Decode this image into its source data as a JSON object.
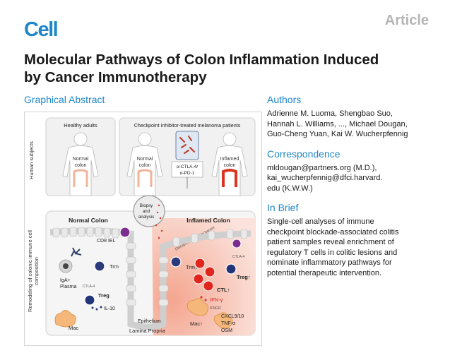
{
  "header": {
    "logo": "Cell",
    "article_label": "Article"
  },
  "title": {
    "line1": "Molecular Pathways of Colon Inflammation Induced",
    "line2": "by Cancer Immunotherapy"
  },
  "graphical_abstract": {
    "heading": "Graphical Abstract",
    "side_label_top": "Human subjects",
    "side_label_bottom_1": "Remodeling of colonic immune cell",
    "side_label_bottom_2": "composition",
    "healthy_adults": "Healthy adults",
    "checkpoint_patients": "Checkpoint inhibitor-treated melanoma patients",
    "normal_colon_1": "Normal",
    "normal_colon_2": "colon",
    "inflamed_colon_1": "Inflamed",
    "inflamed_colon_2": "colon",
    "drug_1": "α-CTLA-4/",
    "drug_2": "α-PD-1",
    "biopsy_1": "Biopsy",
    "biopsy_2": "and",
    "biopsy_3": "analysis",
    "normal_colon_title": "Normal Colon",
    "inflamed_colon_title": "Inflamed Colon",
    "disrupted_barrier": "Disrupted epithelial barrier",
    "cd8_iel": "CD8 IEL",
    "iga_plasma_1": "IgA+",
    "iga_plasma_2": "Plasma",
    "trm": "Trm",
    "treg": "Treg",
    "ctla4": "CTLA-4",
    "il10": "IL-10",
    "mac": "Mac",
    "epithelium": "Epithelium",
    "lamina_propria": "Lamina Propria",
    "trm_down": "Trm↓",
    "ctl_up": "CTL↑",
    "treg_up": "Treg↑",
    "ctla4_right": "CTLA-4",
    "ifn": "IFN-γ",
    "ifngr": "IFNGR",
    "mac_up": "Mac↑",
    "cxcl": "CXCL9/10",
    "tnf": "TNF-α",
    "osm": "OSM"
  },
  "authors": {
    "heading": "Authors",
    "line1": "Adrienne M. Luoma, Shengbao Suo,",
    "line2": "Hannah L. Williams, ..., Michael Dougan,",
    "line3": "Guo-Cheng Yuan, Kai W. Wucherpfennig"
  },
  "correspondence": {
    "heading": "Correspondence",
    "line1": "mldougan@partners.org (M.D.),",
    "line2": "kai_wucherpfennig@dfci.harvard.",
    "line3": "edu (K.W.W.)"
  },
  "in_brief": {
    "heading": "In Brief",
    "line1": "Single-cell analyses of immune",
    "line2": "checkpoint blockade-associated colitis",
    "line3": "patient samples reveal enrichment of",
    "line4": "regulatory T cells in colitic lesions and",
    "line5": "nominate inflammatory pathways for",
    "line6": "potential therapeutic intervention."
  },
  "colors": {
    "brand_blue": "#1f87c9",
    "inflamed_red": "#e23b2e",
    "header_gray": "#b5b5b5"
  }
}
